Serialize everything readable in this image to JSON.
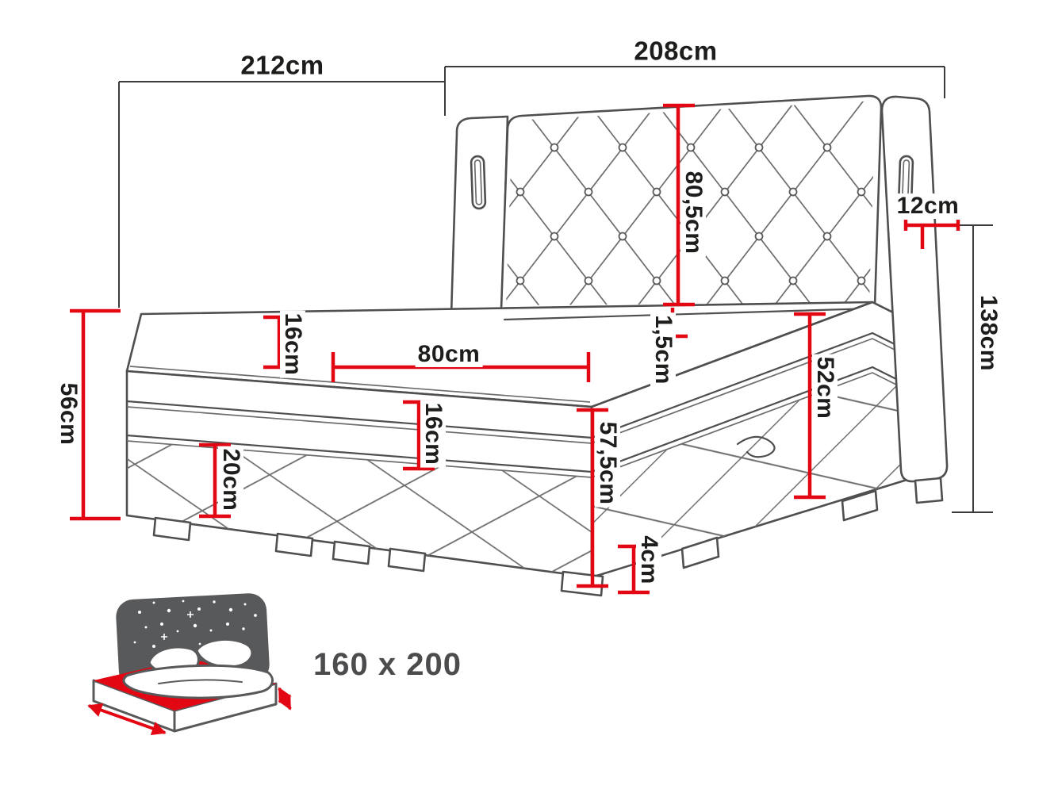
{
  "diagram": {
    "type": "bed-dimension-diagram",
    "colors": {
      "dimension_red": "#e30613",
      "drawing_gray": "#4f4f4f",
      "outer_dimension_gray": "#3b3b3b",
      "label_text": "#1d1d1b",
      "icon_gray": "#58595b",
      "background": "#ffffff"
    },
    "labels": {
      "width_total_left": "212cm",
      "width_headboard": "208cm",
      "headboard_panel_height": "80,5cm",
      "wing_depth": "12cm",
      "headboard_total_height": "138cm",
      "base_height": "56cm",
      "topper_thickness": "16cm",
      "half_width": "80cm",
      "mattress_lip": "1,5cm",
      "side_quilt_height": "52cm",
      "mattress_thickness": "16cm",
      "front_height": "57,5cm",
      "box_quilt_height": "20cm",
      "leg_height": "4cm",
      "bed_size": "160 x 200"
    }
  }
}
